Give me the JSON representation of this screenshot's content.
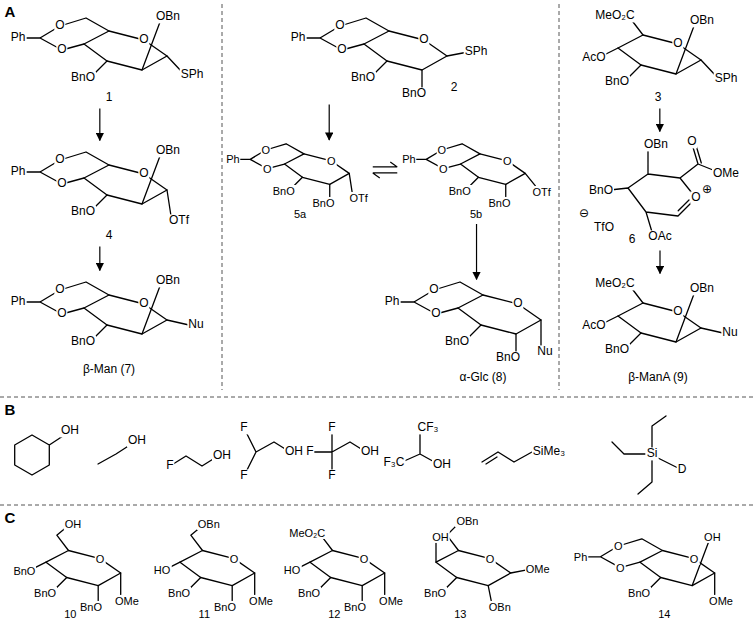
{
  "diagram": {
    "nodes": [
      {
        "text": [
          "Ph",
          "O",
          "O",
          "OBn",
          "O",
          "BnO",
          "SPh",
          "1"
        ]
      },
      {
        "text": [
          "Ph",
          "O",
          "O",
          "SPh",
          "O",
          "BnO",
          "BnO",
          "2"
        ]
      },
      {
        "text": [
          "MeO₂C",
          "OBn",
          "O",
          "AcO",
          "BnO",
          "SPh",
          "3"
        ]
      },
      {
        "text": [
          "Ph",
          "O",
          "O",
          "OBn",
          "O",
          "BnO",
          "OTf",
          "4"
        ]
      },
      {
        "text": [
          "Ph",
          "O",
          "O",
          "O",
          "BnO",
          "BnO",
          "OTf",
          "5a"
        ]
      },
      {
        "text": [
          "Ph",
          "O",
          "O",
          "O",
          "OTf",
          "BnO",
          "BnO",
          "5b"
        ]
      },
      {
        "text": [
          "OBn",
          "O",
          "OMe",
          "BnO",
          "O",
          "⊕",
          "⊖",
          "TfO",
          "OAc",
          "6"
        ]
      },
      {
        "text": [
          "Ph",
          "O",
          "O",
          "OBn",
          "O",
          "BnO",
          "Nu",
          "β-Man (7)"
        ]
      },
      {
        "text": [
          "Ph",
          "O",
          "O",
          "O",
          "BnO",
          "BnO",
          "Nu",
          "α-Glc (8)"
        ]
      },
      {
        "text": [
          "MeO₂C",
          "OBn",
          "O",
          "AcO",
          "BnO",
          "Nu",
          "β-ManA (9)"
        ]
      },
      {
        "text": [
          "OH"
        ]
      },
      {
        "text": [
          "OH"
        ]
      },
      {
        "text": [
          "F",
          "OH"
        ]
      },
      {
        "text": [
          "F",
          "OH",
          "F"
        ]
      },
      {
        "text": [
          "F",
          "F",
          "OH",
          "F"
        ]
      },
      {
        "text": [
          "CF₃",
          "F₃C",
          "OH"
        ]
      },
      {
        "text": [
          "SiMe₃"
        ]
      },
      {
        "text": [
          "Si",
          "D"
        ]
      },
      {
        "text": [
          "OH",
          "O",
          "BnO",
          "BnO",
          "BnO",
          "OMe",
          "10"
        ]
      },
      {
        "text": [
          "OBn",
          "O",
          "HO",
          "BnO",
          "BnO",
          "OMe",
          "11"
        ]
      },
      {
        "text": [
          "MeO₂C",
          "O",
          "HO",
          "BnO",
          "BnO",
          "OMe",
          "12"
        ]
      },
      {
        "text": [
          "OH",
          "OBn",
          "O",
          "BnO",
          "OBn",
          "OMe",
          "13"
        ]
      },
      {
        "text": [
          "Ph",
          "O",
          "OH",
          "O",
          "O",
          "BnO",
          "OMe",
          "14"
        ]
      }
    ],
    "edges": [
      {
        "from": 0,
        "to": 3,
        "arrow": "to"
      },
      {
        "from": 3,
        "to": 7,
        "arrow": "to"
      },
      {
        "from": 1,
        "to": 4,
        "arrow": "to"
      },
      {
        "from": 4,
        "to": 5,
        "arrow": "both"
      },
      {
        "from": 5,
        "to": 8,
        "arrow": "to"
      },
      {
        "from": 2,
        "to": 6,
        "arrow": "to"
      },
      {
        "from": 6,
        "to": 9,
        "arrow": "to"
      }
    ],
    "labels": [
      "A",
      "B",
      "C"
    ]
  }
}
